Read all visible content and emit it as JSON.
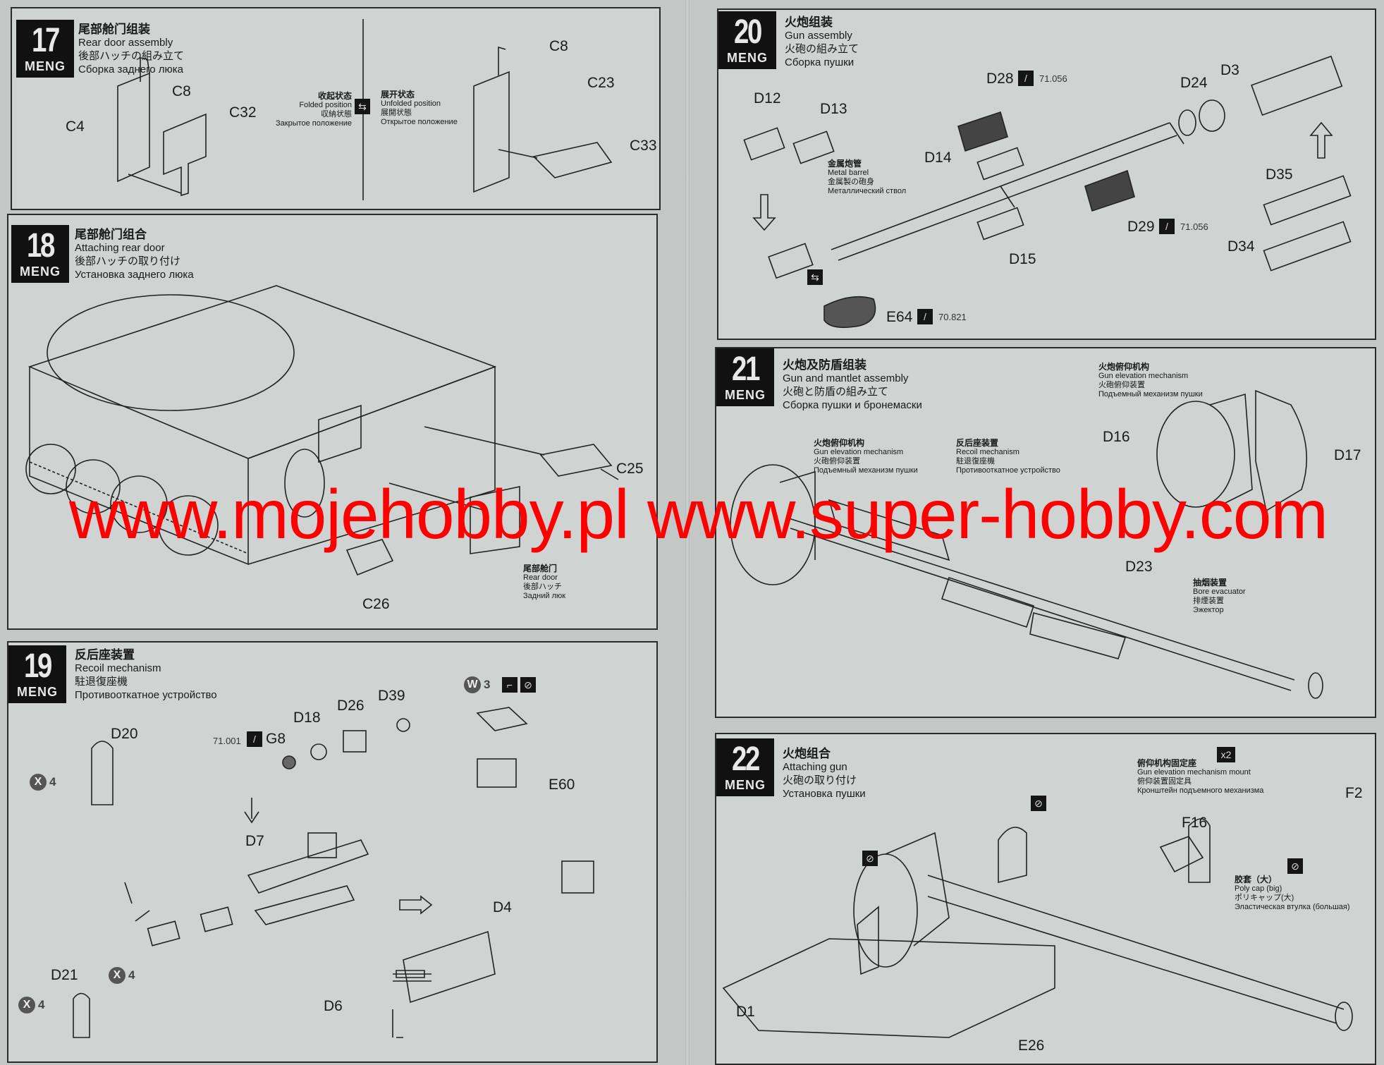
{
  "brand": "MENG",
  "watermark": "www.mojehobby.pl www.super-hobby.com",
  "steps": [
    {
      "number": "17",
      "title_cn": "尾部舱门组装",
      "title_en": "Rear door assembly",
      "title_jp": "後部ハッチの組み立て",
      "title_ru": "Сборка заднего люка",
      "labels": {
        "c8a": "C8",
        "c4": "C4",
        "c32": "C32",
        "c8b": "C8",
        "c23": "C23",
        "c33": "C33"
      },
      "folded": {
        "cn": "收起状态",
        "en": "Folded position",
        "jp": "収納状態",
        "ru": "Закрытое положение"
      },
      "unfolded": {
        "cn": "展开状态",
        "en": "Unfolded position",
        "jp": "展開状態",
        "ru": "Открытое положение"
      }
    },
    {
      "number": "18",
      "title_cn": "尾部舱门组合",
      "title_en": "Attaching rear door",
      "title_jp": "後部ハッチの取り付け",
      "title_ru": "Установка заднего люка",
      "labels": {
        "c26": "C26",
        "c25": "C25"
      },
      "rear_door": {
        "cn": "尾部舱门",
        "en": "Rear door",
        "jp": "後部ハッチ",
        "ru": "Задний люк"
      }
    },
    {
      "number": "19",
      "title_cn": "反后座装置",
      "title_en": "Recoil mechanism",
      "title_jp": "駐退復座機",
      "title_ru": "Противооткатное устройство",
      "labels": {
        "d20": "D20",
        "g8": "G8",
        "d18": "D18",
        "d26": "D26",
        "d39": "D39",
        "e60": "E60",
        "d7": "D7",
        "d4": "D4",
        "d6": "D6",
        "d21": "D21"
      },
      "paint_code": "71.001",
      "decal": {
        "letter": "W",
        "count": "3"
      },
      "qty": [
        {
          "letter": "X",
          "count": "4"
        },
        {
          "letter": "X",
          "count": "4"
        },
        {
          "letter": "X",
          "count": "4"
        }
      ]
    },
    {
      "number": "20",
      "title_cn": "火炮组装",
      "title_en": "Gun assembly",
      "title_jp": "火砲の組み立て",
      "title_ru": "Сборка пушки",
      "labels": {
        "d12": "D12",
        "d13": "D13",
        "d28": "D28",
        "d24": "D24",
        "d3": "D3",
        "d14": "D14",
        "d35": "D35",
        "d29": "D29",
        "d15": "D15",
        "d34": "D34",
        "e64": "E64"
      },
      "paint_codes": {
        "d28": "71.056",
        "d29": "71.056",
        "e64": "70.821"
      },
      "metal_barrel": {
        "cn": "金属炮管",
        "en": "Metal barrel",
        "jp": "金属製の砲身",
        "ru": "Металлический ствол"
      }
    },
    {
      "number": "21",
      "title_cn": "火炮及防盾组装",
      "title_en": "Gun and mantlet assembly",
      "title_jp": "火砲と防盾の組み立て",
      "title_ru": "Сборка пушки и бронемаски",
      "labels": {
        "d16": "D16",
        "d17": "D17",
        "d23": "D23"
      },
      "elevation": {
        "cn": "火炮俯仰机构",
        "en": "Gun elevation mechanism",
        "jp": "火砲俯仰装置",
        "ru": "Подъемный механизм пушки"
      },
      "recoil": {
        "cn": "反后座装置",
        "en": "Recoil mechanism",
        "jp": "駐退復座機",
        "ru": "Противооткатное устройство"
      },
      "bore": {
        "cn": "抽烟装置",
        "en": "Bore evacuator",
        "jp": "排煙装置",
        "ru": "Эжектор"
      }
    },
    {
      "number": "22",
      "title_cn": "火炮组合",
      "title_en": "Attaching gun",
      "title_jp": "火砲の取り付け",
      "title_ru": "Установка пушки",
      "labels": {
        "f2": "F2",
        "f16": "F16",
        "d1": "D1",
        "e26": "E26"
      },
      "mount": {
        "cn": "俯仰机构固定座",
        "en": "Gun elevation mechanism mount",
        "jp": "俯仰装置固定具",
        "ru": "Кронштейн подъемного механизма",
        "qty": "x2"
      },
      "polycap": {
        "cn": "胶套（大）",
        "en": "Poly cap (big)",
        "jp": "ポリキャップ(大)",
        "ru": "Эластическая втулка (большая)"
      }
    }
  ]
}
